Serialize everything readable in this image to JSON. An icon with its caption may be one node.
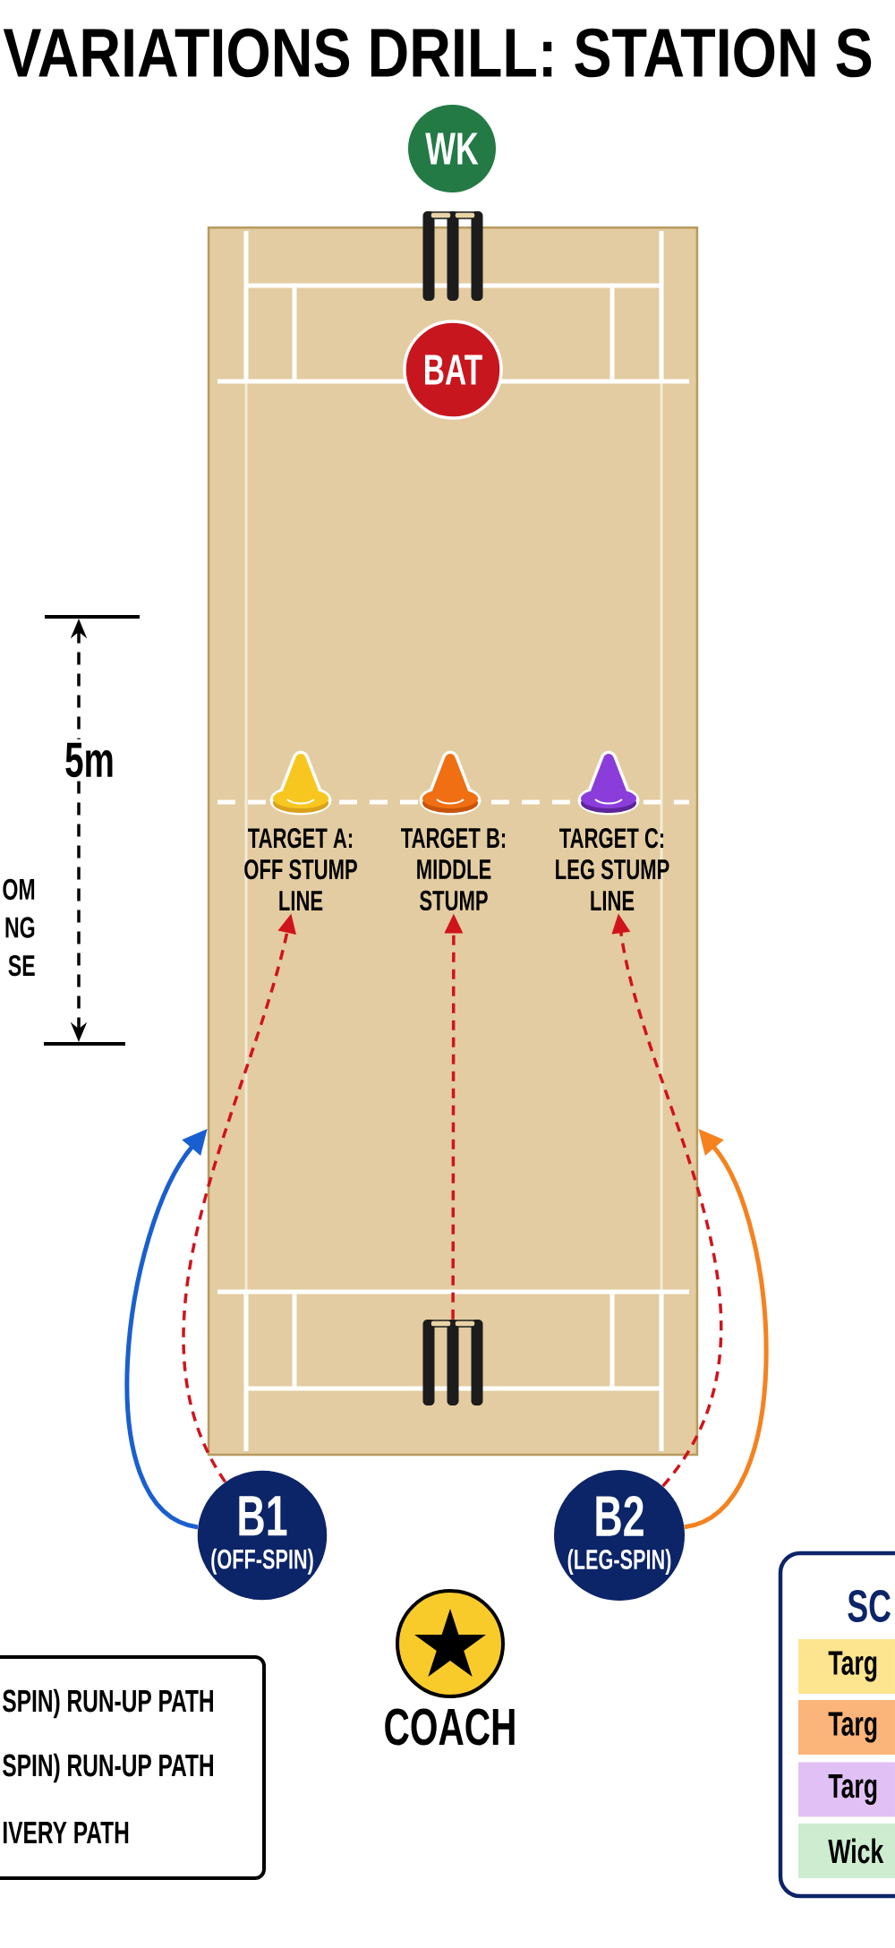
{
  "diagram": {
    "title": "VARIATIONS DRILL: STATION S",
    "nodes": [
      {
        "text": [
          "WK"
        ]
      },
      {
        "text": [],
        "shape": "box"
      },
      {
        "text": [
          "BAT"
        ],
        "in": 1
      },
      {
        "text": [
          "TARGET A: OFF STUMP LINE"
        ],
        "in": 1
      },
      {
        "text": [
          "TARGET B: MIDDLE STUMP"
        ],
        "in": 1
      },
      {
        "text": [
          "TARGET C: LEG STUMP LINE"
        ],
        "in": 1
      },
      {
        "text": [],
        "shape": "picture",
        "in": 1
      },
      {
        "text": [
          "B1",
          "(OFF-SPIN)"
        ]
      },
      {
        "text": [
          "B2",
          "(LEG-SPIN)"
        ]
      },
      {
        "text": [],
        "shape": "circle",
        "beside": [
          "COACH"
        ]
      },
      {
        "text": [
          "SC"
        ]
      },
      {
        "text": [
          "Targ"
        ],
        "in": 10
      },
      {
        "text": [
          "Targ"
        ],
        "in": 10
      },
      {
        "text": [
          "Targ"
        ],
        "in": 10
      },
      {
        "text": [
          "Wick"
        ],
        "in": 10
      }
    ],
    "edges": [
      {
        "from": 7,
        "to": 1,
        "arrow": "to",
        "color": "#1a5fd0"
      },
      {
        "from": 8,
        "to": 1,
        "arrow": "to",
        "color": "#f5821f"
      },
      {
        "from": 7,
        "to": 3,
        "arrow": "to",
        "style": "dashed",
        "color": "#d0141c"
      },
      {
        "from": 6,
        "to": 4,
        "arrow": "to",
        "style": "dashed",
        "color": "#d0141c"
      },
      {
        "from": 8,
        "to": 5,
        "arrow": "to",
        "style": "dashed",
        "color": "#d0141c"
      }
    ],
    "labels": [
      "5m",
      "OM NG SE"
    ],
    "legend": [
      {
        "text": "SPIN) RUN-UP PATH"
      },
      {
        "text": "SPIN) RUN-UP PATH"
      },
      {
        "text": "IVERY PATH"
      }
    ]
  }
}
